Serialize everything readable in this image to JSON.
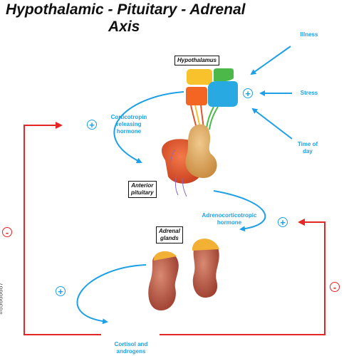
{
  "title_line1": "Hypothalamic - Pituitary - Adrenal",
  "title_line2": "Axis",
  "labels": {
    "hypothalamus": "Hypothalamus",
    "anterior_pituitary_1": "Anterior",
    "anterior_pituitary_2": "pituitary",
    "adrenal_glands_1": "Adrenal",
    "adrenal_glands_2": "glands"
  },
  "inputs": {
    "illness": "Illness",
    "stress": "Stress",
    "time_of_day_1": "Time of",
    "time_of_day_2": "day"
  },
  "hormones": {
    "crh_1": "Corticotropin",
    "crh_2": "releasing",
    "crh_3": "hormone",
    "acth_1": "Adrenocorticotropic",
    "acth_2": "hormone",
    "cortisol_1": "Cortisol and",
    "cortisol_2": "androgens"
  },
  "signs": {
    "plus": "+",
    "minus": "-"
  },
  "watermark": "#85668687",
  "colors": {
    "blue": "#1ea0e6",
    "red": "#e32626",
    "hypothalamus_yellow": "#f7c22c",
    "hypothalamus_green": "#4cb84a",
    "hypothalamus_orange": "#f26522",
    "hypothalamus_blue": "#29a9e1",
    "pituitary_tan": "#d9a55c",
    "pituitary_red": "#e2552c",
    "kidney": "#b5533f",
    "adrenal_cap": "#f2b134"
  }
}
